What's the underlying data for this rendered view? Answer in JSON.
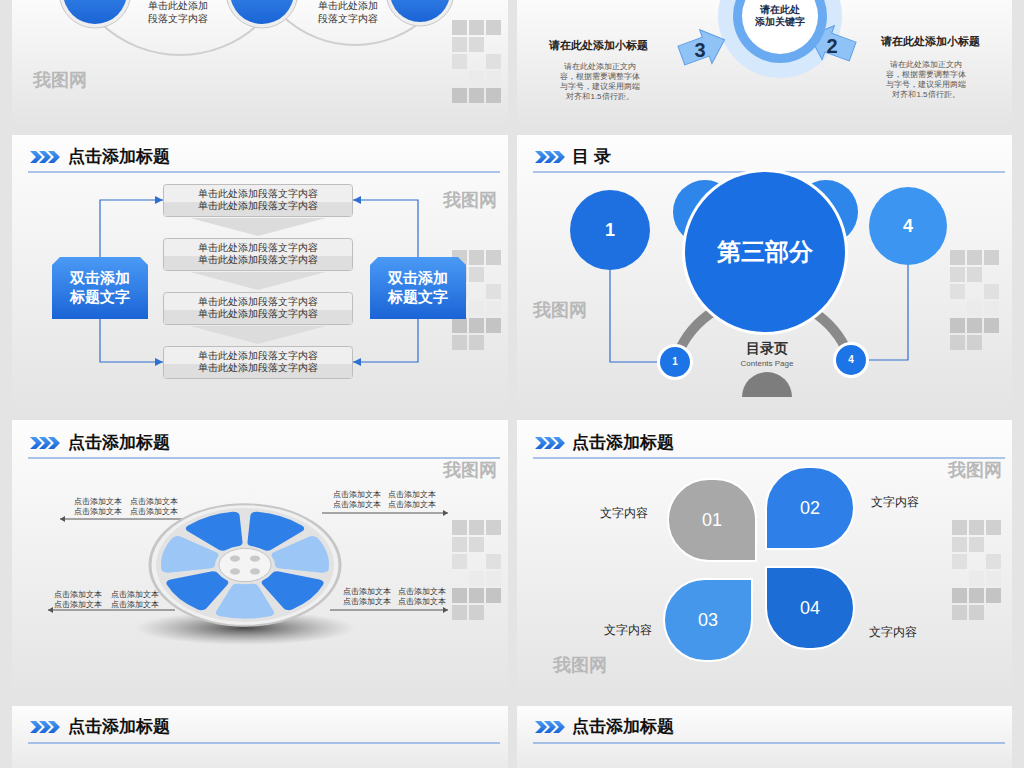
{
  "diagram": {
    "nodes": [
      {
        "text": [
          "请在此处 添加关键字"
        ]
      },
      {
        "text": [
          "双击添加标题文字"
        ]
      },
      {
        "text": [
          "单击此处添加段落文字内容 单击此处添加段落文字内容"
        ]
      },
      {
        "text": [
          "单击此处添加段落文字内容 单击此处添加段落文字内容"
        ]
      },
      {
        "text": [
          "单击此处添加段落文字内容 单击此处添加段落文字内容"
        ]
      },
      {
        "text": [
          "单击此处添加段落文字内容 单击此处添加段落文字内容"
        ]
      },
      {
        "text": [
          "双击添加标题文字"
        ]
      },
      {
        "text": [
          "1"
        ]
      },
      {
        "text": [
          "第三部分"
        ]
      },
      {
        "text": [
          "4"
        ]
      },
      {
        "text": [
          "1"
        ]
      },
      {
        "text": [
          "4"
        ]
      },
      {
        "text": [
          "01"
        ]
      },
      {
        "text": [
          "02"
        ]
      },
      {
        "text": [
          "03"
        ]
      },
      {
        "text": [
          "04"
        ]
      }
    ],
    "edges": [
      {
        "from": 1,
        "to": 2,
        "arrow": "to"
      },
      {
        "from": 1,
        "to": 5,
        "arrow": "to"
      },
      {
        "from": 6,
        "to": 2,
        "arrow": "to"
      },
      {
        "from": 6,
        "to": 5,
        "arrow": "to"
      },
      {
        "from": 7,
        "to": 10,
        "arrow": "none"
      },
      {
        "from": 9,
        "to": 11,
        "arrow": "none"
      }
    ],
    "labels": [
      "单击此处添加段落文字内容",
      "单击此处添加段落文字内容",
      "3",
      "2",
      "请在此处添加小标题",
      "请在此处添加正文内容，根据需要调整字体与字号，建议采用两端对齐和1.5倍行距。",
      "请在此处添加小标题",
      "请在此处添加正文内容，根据需要调整字体与字号，建议采用两端对齐和1.5倍行距。",
      "点击添加标题",
      "目 录",
      "目录页",
      "Contents Page",
      "点击添加标题",
      "点击添加文本",
      "点击添加文本",
      "点击添加文本",
      "点击添加文本",
      "点击添加文本",
      "点击添加文本",
      "点击添加文本",
      "点击添加文本",
      "点击添加文本",
      "点击添加文本",
      "点击添加文本",
      "点击添加文本",
      "点击添加文本",
      "点击添加文本",
      "点击添加文本",
      "点击添加文本",
      "点击添加标题",
      "文字内容",
      "文字内容",
      "文字内容",
      "文字内容",
      "点击添加标题",
      "点击添加标题",
      "我图网",
      "我图网",
      "我图网",
      "我图网",
      "我图网",
      "我图网"
    ]
  }
}
